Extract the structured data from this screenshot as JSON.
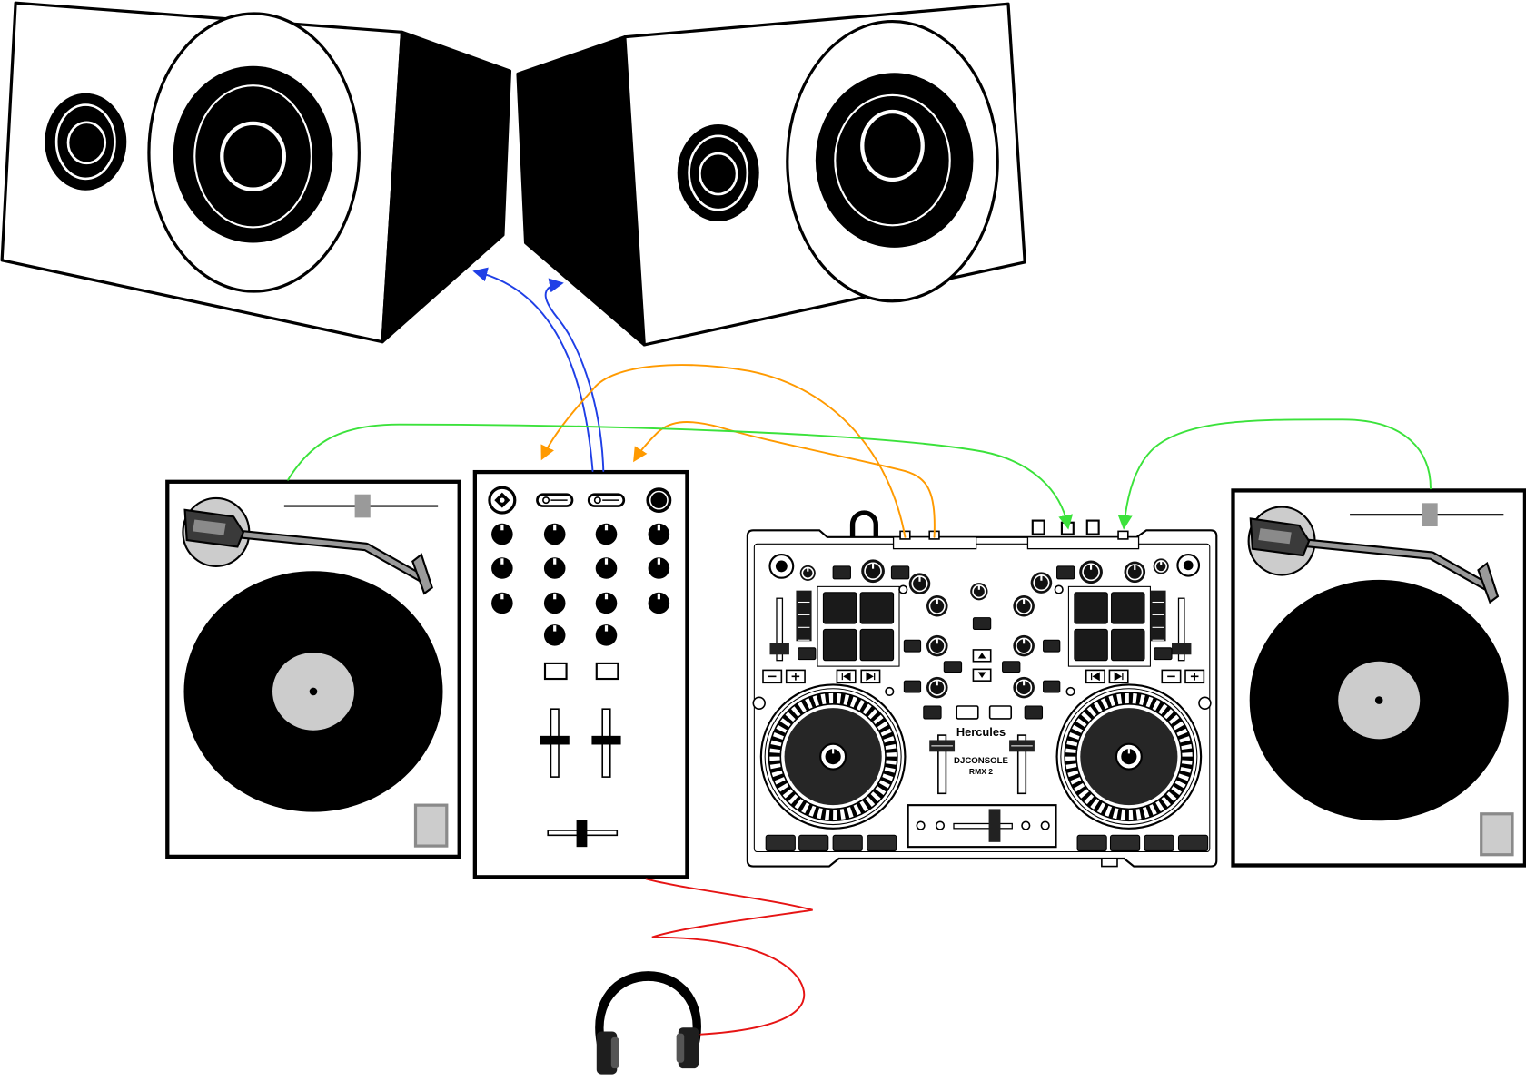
{
  "diagram": {
    "controller": {
      "brand": "Hercules",
      "model_line1": "DJCONSOLE",
      "model_line2": "RMX 2"
    },
    "turntables": [
      {
        "pitch_slider": 0.51
      },
      {
        "pitch_slider": 0.52
      }
    ],
    "mixer": {
      "channel_faders": [
        0.54,
        0.54
      ],
      "crossfader": 0.49
    },
    "cables": {
      "speakers": "#1f3fe6",
      "controller_to_mixer": "#ff9a00",
      "turntables_to_controller": "#3be23b",
      "headphones": "#e61414"
    }
  },
  "icons": [
    "speaker-icon",
    "turntable-icon",
    "mixer-icon",
    "dj-controller-icon",
    "headphones-icon"
  ]
}
